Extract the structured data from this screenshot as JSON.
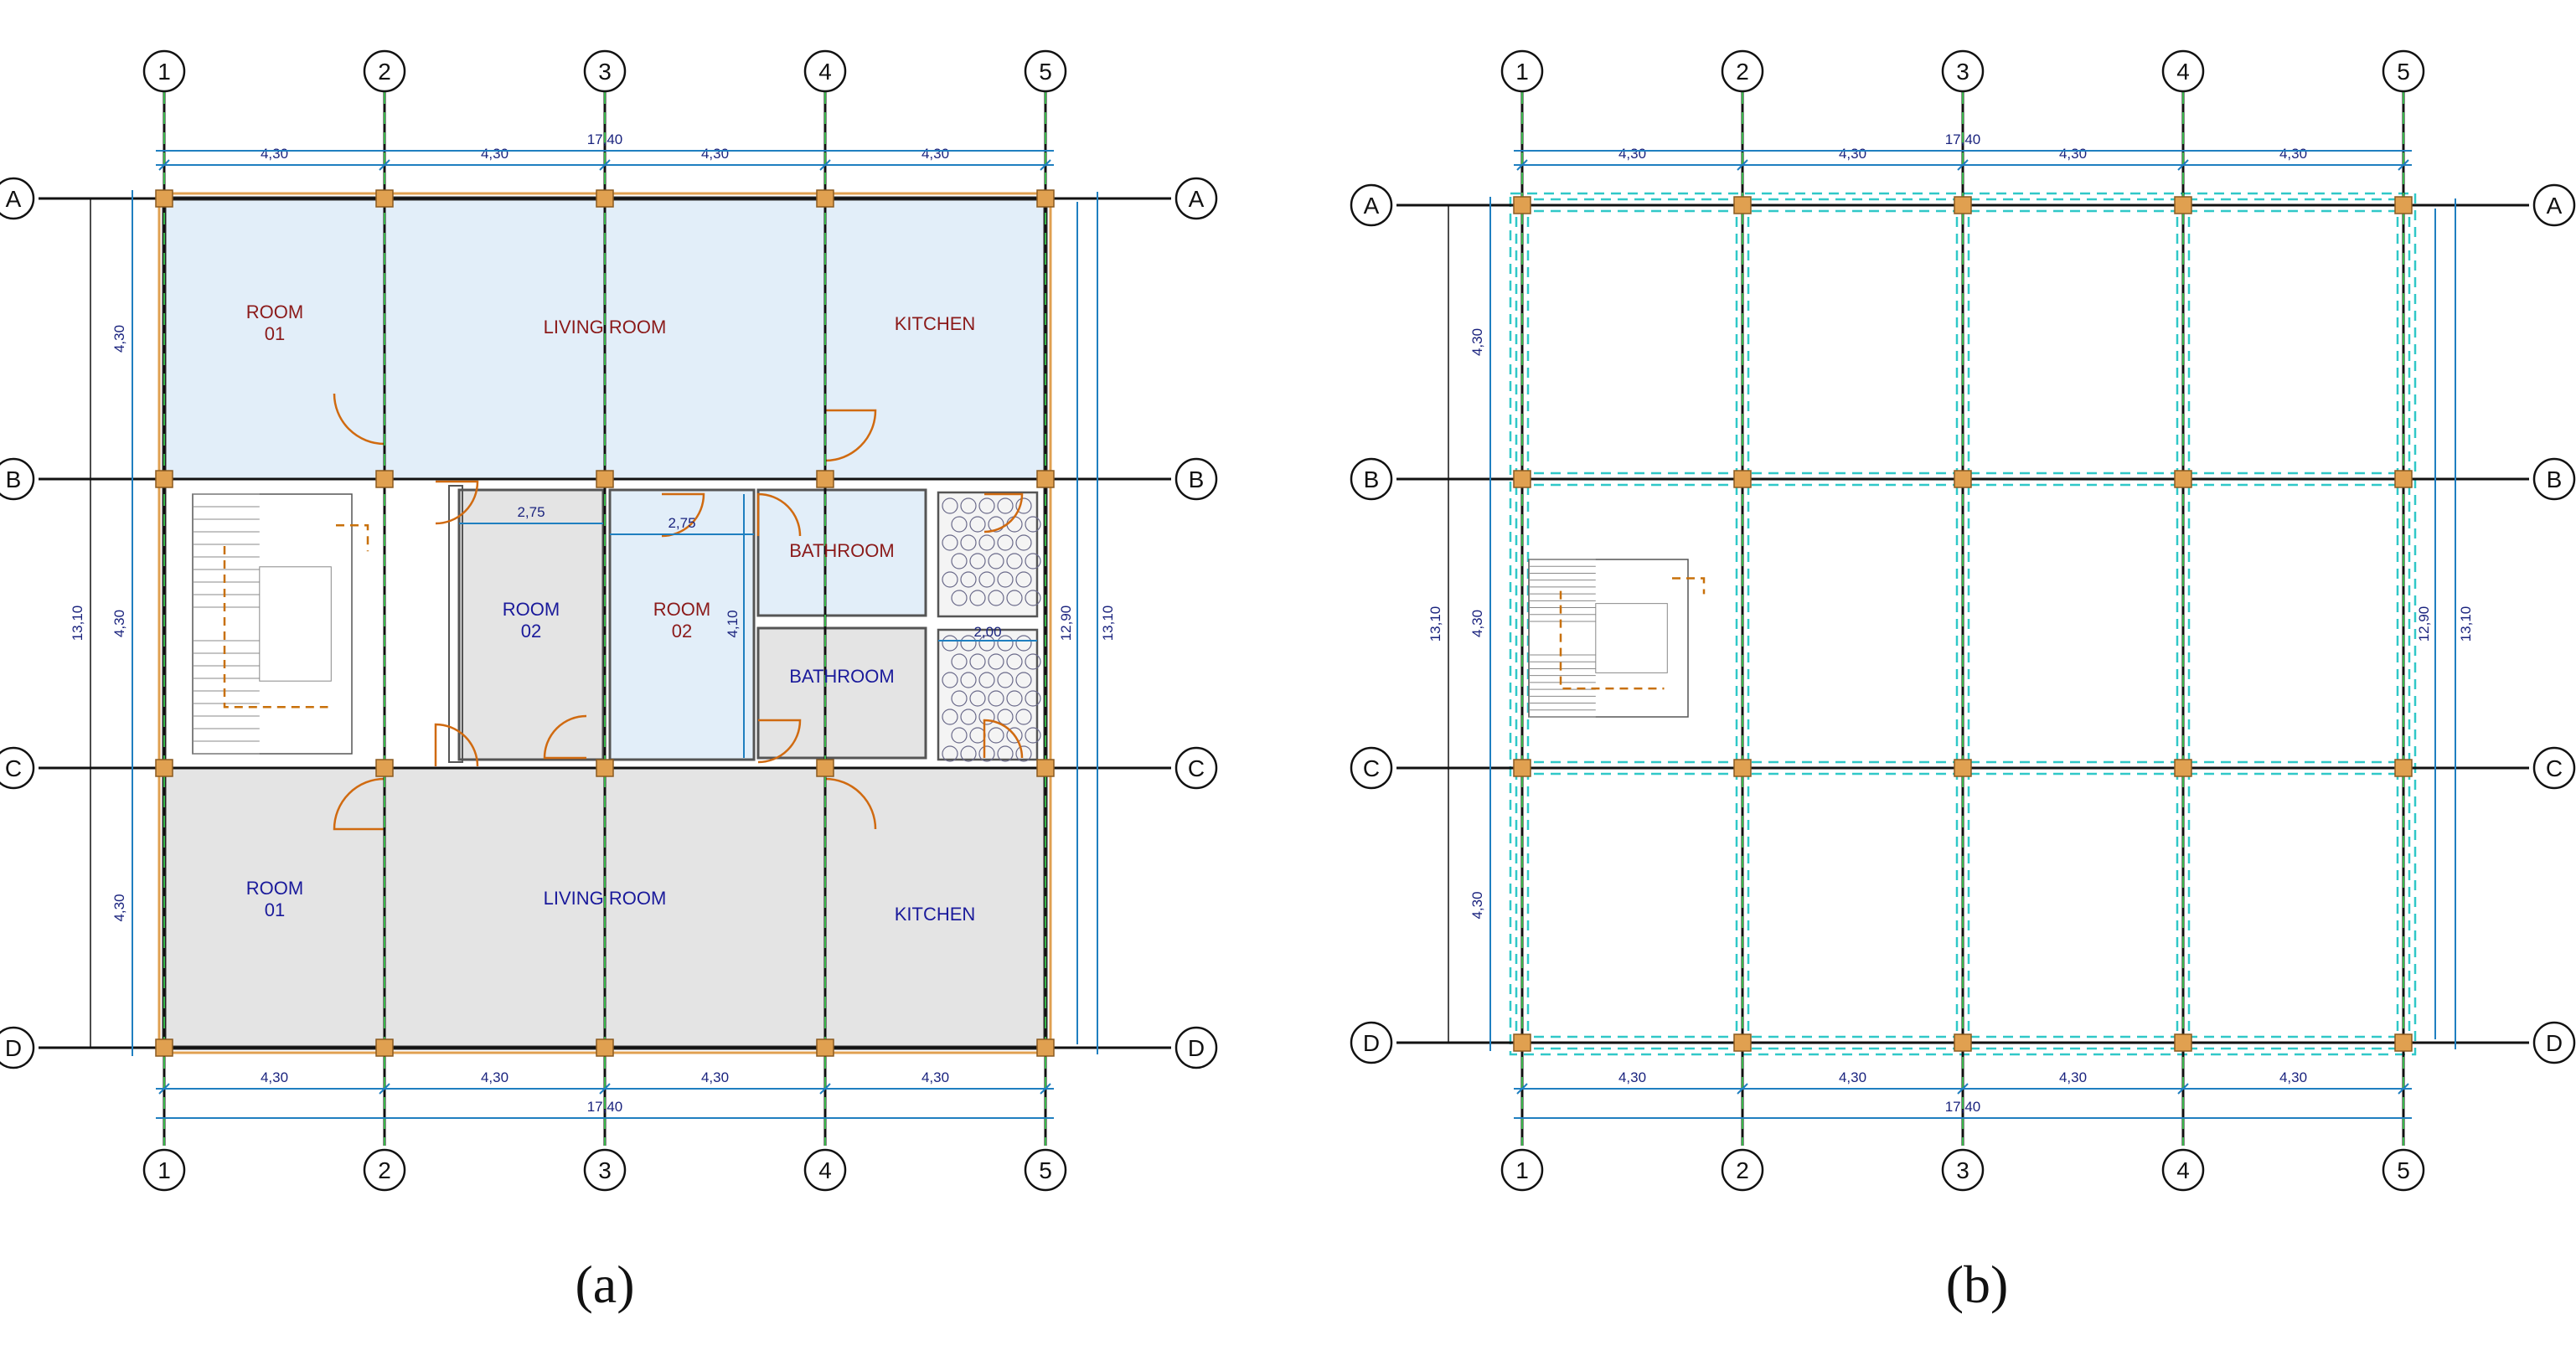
{
  "panels": [
    {
      "id": "a",
      "caption": "(a)",
      "col_labels": [
        "1",
        "2",
        "3",
        "4",
        "5"
      ],
      "row_labels": [
        "A",
        "B",
        "C",
        "D"
      ],
      "span_labels": [
        "4,30",
        "4,30",
        "4,30",
        "4,30"
      ],
      "total_width_label": "17,40",
      "left_span_labels": [
        "4,30",
        "4,30",
        "4,30"
      ],
      "left_total_label": "13,10",
      "right_inner_label": "12,90",
      "right_total_label": "13,10",
      "inner_dims": [
        "2,75",
        "2,75",
        "4,10",
        "2,00"
      ],
      "rooms": [
        {
          "name": "ROOM",
          "num": "01",
          "color": "#8b1a1a",
          "fill": "#e2eef9"
        },
        {
          "name": "LIVING ROOM",
          "num": "",
          "color": "#8b1a1a",
          "fill": "#e2eef9"
        },
        {
          "name": "KITCHEN",
          "num": "",
          "color": "#8b1a1a",
          "fill": "#e2eef9"
        },
        {
          "name": "ROOM",
          "num": "02",
          "color": "#1a1a9b",
          "fill": "#e4e4e4"
        },
        {
          "name": "ROOM",
          "num": "02",
          "color": "#8b1a1a",
          "fill": "#e2eef9"
        },
        {
          "name": "BATHROOM",
          "num": "",
          "color": "#8b1a1a",
          "fill": "#e2eef9"
        },
        {
          "name": "BATHROOM",
          "num": "",
          "color": "#1a1a9b",
          "fill": "#e4e4e4"
        },
        {
          "name": "ROOM",
          "num": "01",
          "color": "#1a1a9b",
          "fill": "#e4e4e4"
        },
        {
          "name": "LIVING ROOM",
          "num": "",
          "color": "#1a1a9b",
          "fill": "#e4e4e4"
        },
        {
          "name": "KITCHEN",
          "num": "",
          "color": "#1a1a9b",
          "fill": "#e4e4e4"
        }
      ]
    },
    {
      "id": "b",
      "caption": "(b)",
      "col_labels": [
        "1",
        "2",
        "3",
        "4",
        "5"
      ],
      "row_labels": [
        "A",
        "B",
        "C",
        "D"
      ],
      "span_labels": [
        "4,30",
        "4,30",
        "4,30",
        "4,30"
      ],
      "total_width_label": "17,40",
      "left_span_labels": [
        "4,30",
        "4,30",
        "4,30"
      ],
      "left_total_label": "13,10",
      "right_inner_label": "12,90",
      "right_total_label": "13,10"
    }
  ],
  "colors": {
    "grid_line": "#111111",
    "dimension": "#1f7fc0",
    "dim_text": "#1a237e",
    "wall": "#555555",
    "column": "#e0a050",
    "axis_dash": "#39b54a",
    "beam_dash": "#30c8c8",
    "door": "#d06a10",
    "stair_dash": "#c8700a"
  }
}
